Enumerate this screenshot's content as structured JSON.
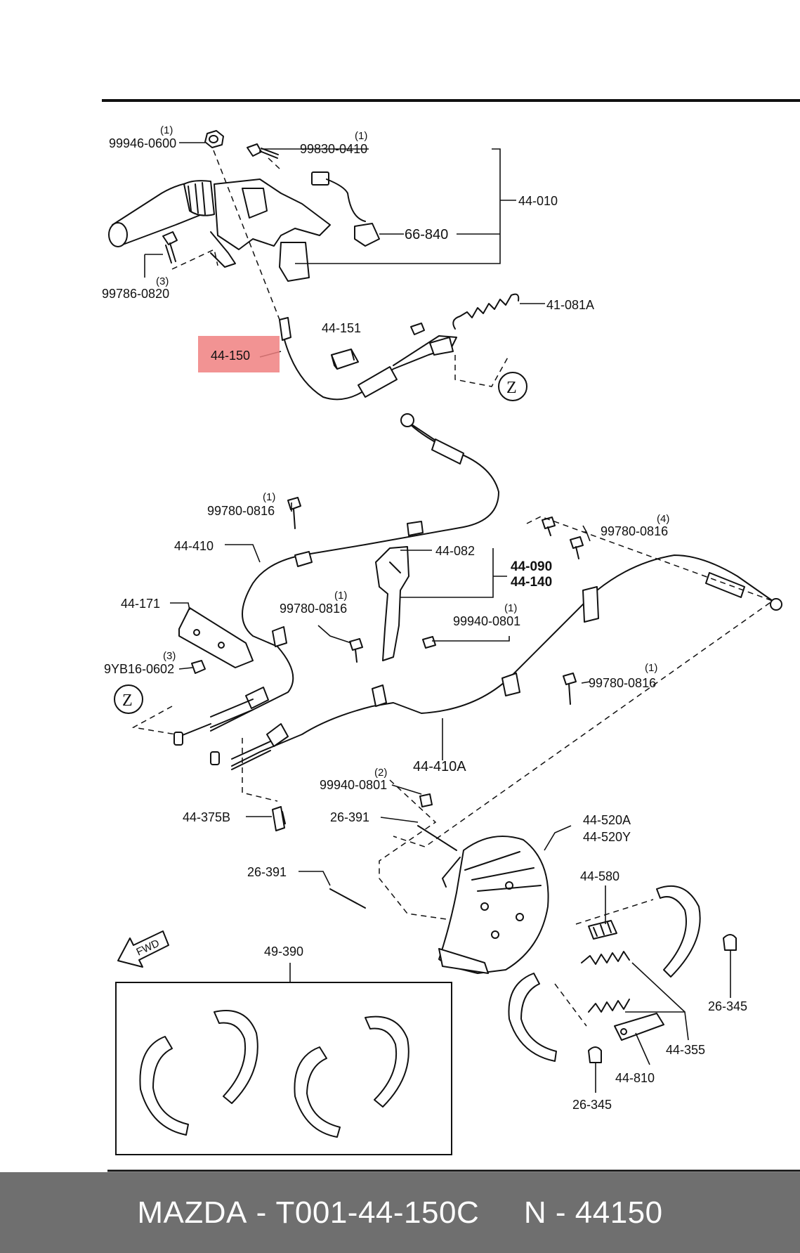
{
  "labels": {
    "c99946": "99946-0600",
    "q99946": "(1)",
    "c99830": "99830-0410",
    "q99830": "(1)",
    "c44010": "44-010",
    "c66840": "66-840",
    "c99786": "99786-0820",
    "q99786": "(3)",
    "c41081A": "41-081A",
    "c44151": "44-151",
    "c44150": "44-150",
    "z1": "Z",
    "c99780a": "99780-0816",
    "q99780a": "(1)",
    "c44410": "44-410",
    "c44082": "44-082",
    "c44090": "44-090",
    "c44140": "44-140",
    "c99780b": "99780-0816",
    "q99780b": "(4)",
    "c44171": "44-171",
    "c99780c": "99780-0816",
    "q99780c": "(1)",
    "c99940a": "99940-0801",
    "q99940a": "(1)",
    "c9YB16": "9YB16-0602",
    "q9YB16": "(3)",
    "c99780d": "99780-0816",
    "q99780d": "(1)",
    "z2": "Z",
    "c44410A": "44-410A",
    "c99940b": "99940-0801",
    "q99940b": "(2)",
    "c44375B": "44-375B",
    "c26391a": "26-391",
    "c44520A": "44-520A",
    "c44520Y": "44-520Y",
    "c26391b": "26-391",
    "c44580": "44-580",
    "fwd": "FWD",
    "c49390": "49-390",
    "c26345a": "26-345",
    "c44355": "44-355",
    "c44810": "44-810",
    "c26345b": "26-345"
  },
  "highlight_color": "#f08080",
  "footer": {
    "brand": "MAZDA",
    "sep1": " - ",
    "catalog": "T001-44-150C",
    "gap": "     ",
    "n_label": "N",
    "sep2": " - ",
    "number": "44150",
    "background": "#6f6f6f"
  }
}
